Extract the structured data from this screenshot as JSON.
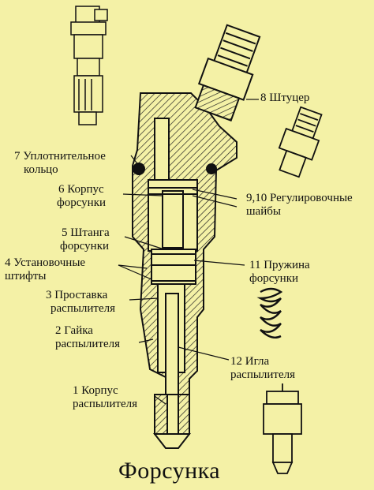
{
  "title": "Форсунка",
  "labels": {
    "l8": "8 Штуцер",
    "l7a": "7 Уплотнительное",
    "l7b": "кольцо",
    "l6a": "6 Корпус",
    "l6b": "форсунки",
    "l910a": "9,10 Регулировочные",
    "l910b": "шайбы",
    "l5a": "5 Штанга",
    "l5b": "форсунки",
    "l4a": "4 Установочные",
    "l4b": "штифты",
    "l11a": "11 Пружина",
    "l11b": "форсунки",
    "l3a": "3 Проставка",
    "l3b": "распылителя",
    "l2a": "2 Гайка",
    "l2b": "распылителя",
    "l12a": "12 Игла",
    "l12b": "распылителя",
    "l1a": "1 Корпус",
    "l1b": "распылителя"
  }
}
